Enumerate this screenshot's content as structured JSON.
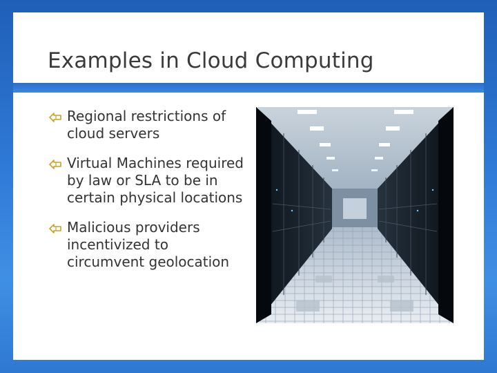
{
  "slide": {
    "title": "Examples in Cloud Computing",
    "bullets": [
      {
        "text": "Regional restrictions of cloud servers"
      },
      {
        "text": "Virtual Machines required by law or SLA to be in certain physical locations"
      },
      {
        "text": "Malicious providers incentivized to circumvent geolocation"
      }
    ],
    "bullet_icon": "pencil-arrow-icon",
    "image": {
      "subject": "server-room-photo"
    }
  },
  "colors": {
    "background": "#2f7ad6",
    "accent": "#3d88dc",
    "bullet": "#c9a227",
    "text": "#333333"
  }
}
